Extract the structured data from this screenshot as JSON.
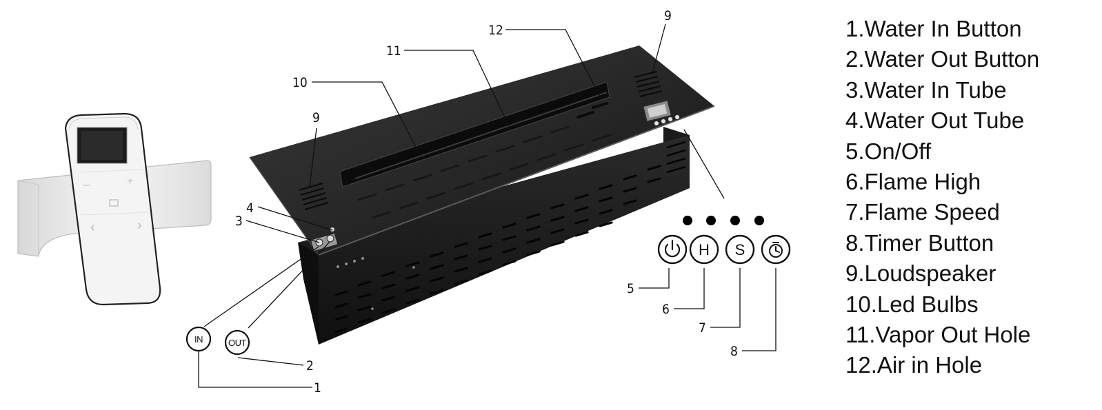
{
  "legend": [
    "1.Water In Button",
    "2.Water Out Button",
    "3.Water In Tube",
    "4.Water Out Tube",
    "5.On/Off",
    "6.Flame High",
    "7.Flame Speed",
    "8.Timer Button",
    "9.Loudspeaker",
    "10.Led Bulbs",
    "11.Vapor Out Hole",
    "12.Air in Hole"
  ],
  "callouts": {
    "c1": "1",
    "c2": "2",
    "c3": "3",
    "c4": "4",
    "c5": "5",
    "c6": "6",
    "c7": "7",
    "c8": "8",
    "c9a": "9",
    "c9b": "9",
    "c10": "10",
    "c11": "11",
    "c12": "12"
  },
  "buttons": {
    "water_in": "IN",
    "water_out": "OUT",
    "flame_high": "H",
    "flame_speed": "S"
  },
  "icons": {
    "on_off": "power-icon",
    "timer": "timer-icon"
  },
  "colors": {
    "line": "#111111",
    "unit_body": "#1e1e1e",
    "remote_body": "#f4f4f4"
  }
}
